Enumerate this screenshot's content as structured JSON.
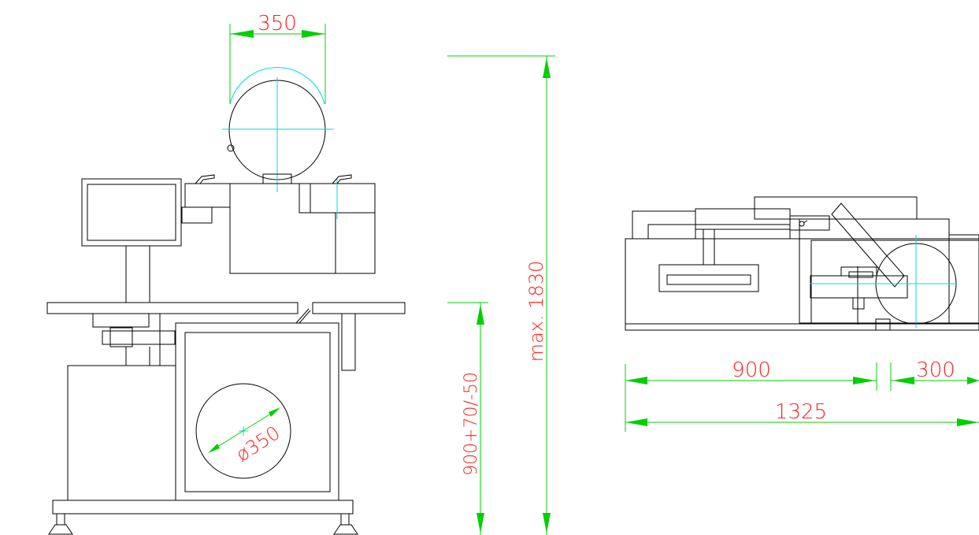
{
  "drawing": {
    "front_view": {
      "head_width": "350",
      "roll_diameter": "ø350",
      "table_height": "900+70/-50",
      "max_height": "max. 1830"
    },
    "top_view": {
      "conveyor_length": "900",
      "head_length": "300",
      "total_length": "1325"
    }
  }
}
